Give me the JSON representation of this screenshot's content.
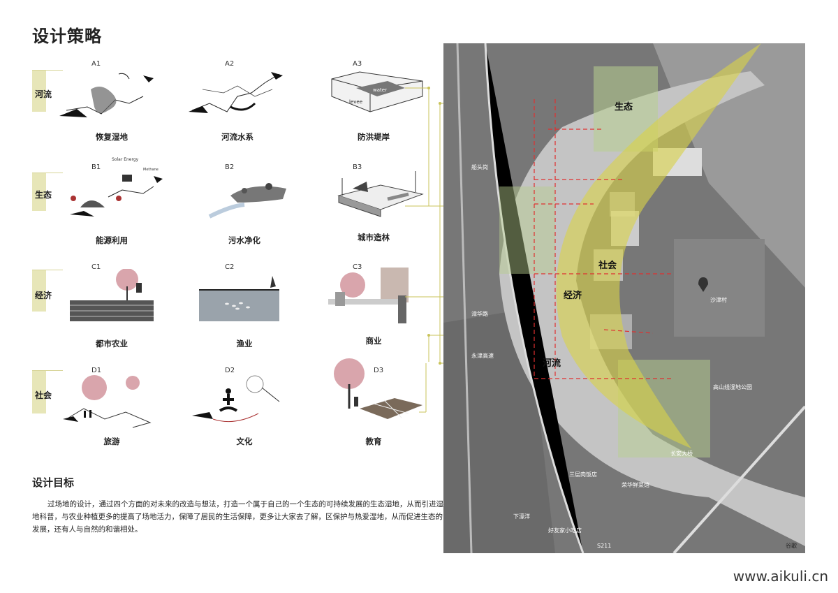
{
  "title": "设计策略",
  "rows": [
    {
      "label": "河流",
      "items": [
        {
          "code": "A1",
          "caption": "恢复湿地"
        },
        {
          "code": "A2",
          "caption": "河流水系"
        },
        {
          "code": "A3",
          "caption": "防洪堤岸",
          "inset_water": "water",
          "inset_levee": "levee"
        }
      ]
    },
    {
      "label": "生态",
      "items": [
        {
          "code": "B1",
          "caption": "能源利用",
          "inset_solar": "Solar Energy",
          "inset_methane": "Methane"
        },
        {
          "code": "B2",
          "caption": "污水净化"
        },
        {
          "code": "B3",
          "caption": "城市造林"
        }
      ]
    },
    {
      "label": "经济",
      "items": [
        {
          "code": "C1",
          "caption": "都市农业"
        },
        {
          "code": "C2",
          "caption": "渔业"
        },
        {
          "code": "C3",
          "caption": "商业"
        }
      ]
    },
    {
      "label": "社会",
      "items": [
        {
          "code": "D1",
          "caption": "旅游"
        },
        {
          "code": "D2",
          "caption": "文化"
        },
        {
          "code": "D3",
          "caption": "教育"
        }
      ]
    }
  ],
  "goal": {
    "heading": "设计目标",
    "text": "过场地的设计，通过四个方面的对未来的改造与想法，打造一个属于自己的一个生态的可持续发展的生态湿地，从而引进湿地科普，与农业种植更多的提高了场地活力，保障了居民的生活保障，更多让大家去了解，区保护与热爱湿地，从而促进生态的发展，还有人与自然的和谐相处。"
  },
  "map": {
    "zones": [
      "生态",
      "社会",
      "经济",
      "河流"
    ],
    "place_labels": [
      "船头岗",
      "沙津村",
      "高山线湿地公园",
      "长安大桥",
      "三层肉饭店",
      "荣华鲜菜馆",
      "好友家小吃店",
      "下濠洋",
      "漳华路",
      "永津高速",
      "S211",
      "谷歌"
    ],
    "colors": {
      "band": "#d8d24a",
      "zone": "#b8cf8f",
      "dash": "#e03030",
      "connector": "#c9c35a"
    }
  },
  "watermark": "www.aikuli.cn"
}
